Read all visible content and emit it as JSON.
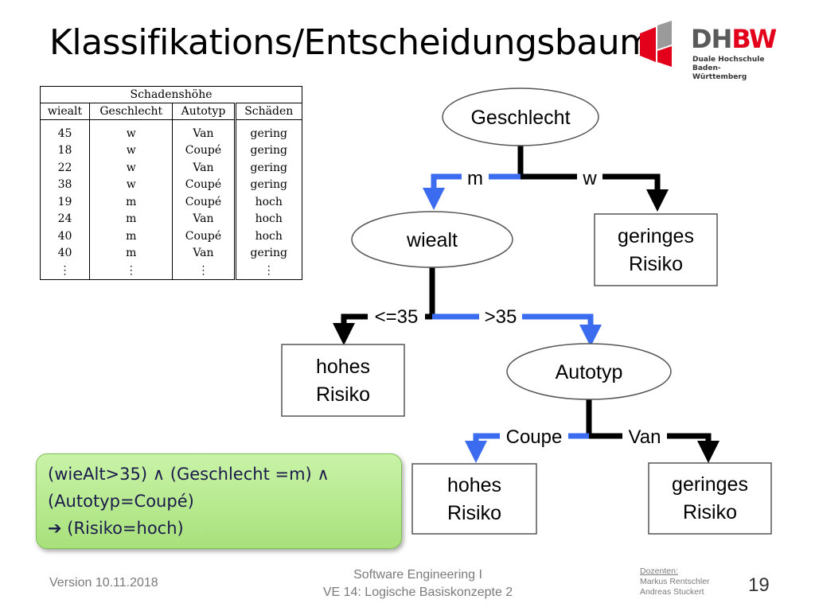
{
  "title": "Klassifikations/Entscheidungsbaum",
  "logo": {
    "brand_dh": "DH",
    "brand_bw": "BW",
    "line1": "Duale Hochschule",
    "line2": "Baden-Württemberg"
  },
  "table": {
    "caption": "Schadenshöhe",
    "headers": [
      "wiealt",
      "Geschlecht",
      "Autotyp",
      "Schäden"
    ],
    "rows": [
      [
        "45",
        "w",
        "Van",
        "gering"
      ],
      [
        "18",
        "w",
        "Coupé",
        "gering"
      ],
      [
        "22",
        "w",
        "Van",
        "gering"
      ],
      [
        "38",
        "w",
        "Coupé",
        "gering"
      ],
      [
        "19",
        "m",
        "Coupé",
        "hoch"
      ],
      [
        "24",
        "m",
        "Van",
        "hoch"
      ],
      [
        "40",
        "m",
        "Coupé",
        "hoch"
      ],
      [
        "40",
        "m",
        "Van",
        "gering"
      ],
      [
        "⋮",
        "⋮",
        "⋮",
        "⋮"
      ]
    ]
  },
  "tree": {
    "root": "Geschlecht",
    "edge_m": "m",
    "edge_w": "w",
    "node_wiealt": "wiealt",
    "leaf_low_1_line1": "geringes",
    "leaf_low_1_line2": "Risiko",
    "edge_le35": "<=35",
    "edge_gt35": ">35",
    "leaf_high_1_line1": "hohes",
    "leaf_high_1_line2": "Risiko",
    "node_autotyp": "Autotyp",
    "edge_coupe": "Coupe",
    "edge_van": "Van",
    "leaf_high_2_line1": "hohes",
    "leaf_high_2_line2": "Risiko",
    "leaf_low_2_line1": "geringes",
    "leaf_low_2_line2": "Risiko"
  },
  "rule": {
    "line1": "(wieAlt>35) ∧ (Geschlecht =m) ∧",
    "line2": "(Autotyp=Coupé)",
    "line3": "➔  (Risiko=hoch)"
  },
  "footer": {
    "version": "Version 10.11.2018",
    "course_line1": "Software Engineering I",
    "course_line2": "VE 14: Logische Basiskonzepte 2",
    "lecturers_head": "Dozenten:",
    "lecturer1": "Markus Rentschler",
    "lecturer2": "Andreas Stuckert",
    "page": "19"
  },
  "colors": {
    "path_highlight": "#3b6cf0",
    "path_default": "#000000",
    "rule_box": "#b5e88c",
    "brand_red": "#e2001a"
  }
}
